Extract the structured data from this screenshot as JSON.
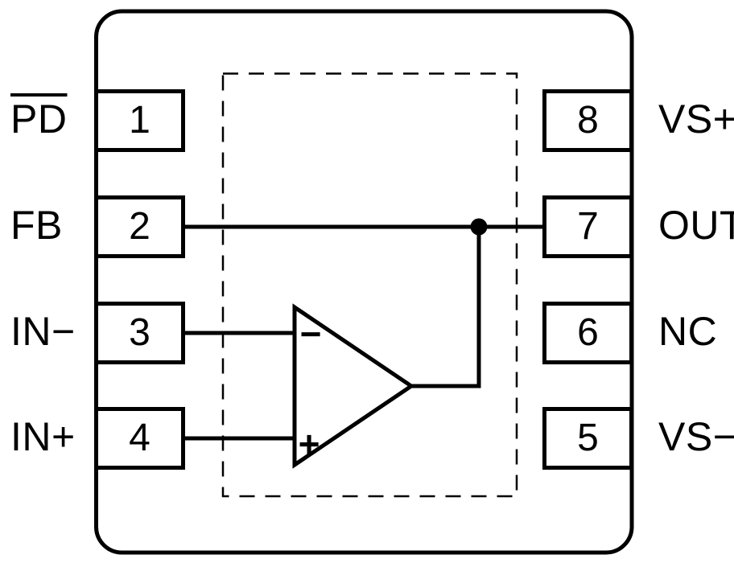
{
  "pins": {
    "left": [
      {
        "number": "1",
        "label": "PD",
        "overline": true
      },
      {
        "number": "2",
        "label": "FB",
        "overline": false
      },
      {
        "number": "3",
        "label": "IN−",
        "overline": false
      },
      {
        "number": "4",
        "label": "IN+",
        "overline": false
      }
    ],
    "right": [
      {
        "number": "8",
        "label": "VS+"
      },
      {
        "number": "7",
        "label": "OUT"
      },
      {
        "number": "6",
        "label": "NC"
      },
      {
        "number": "5",
        "label": "VS−"
      }
    ]
  },
  "opamp": {
    "inverting_input_symbol": "−",
    "noninverting_input_symbol": "+"
  },
  "colors": {
    "line": "#000000",
    "background": "#ffffff"
  }
}
